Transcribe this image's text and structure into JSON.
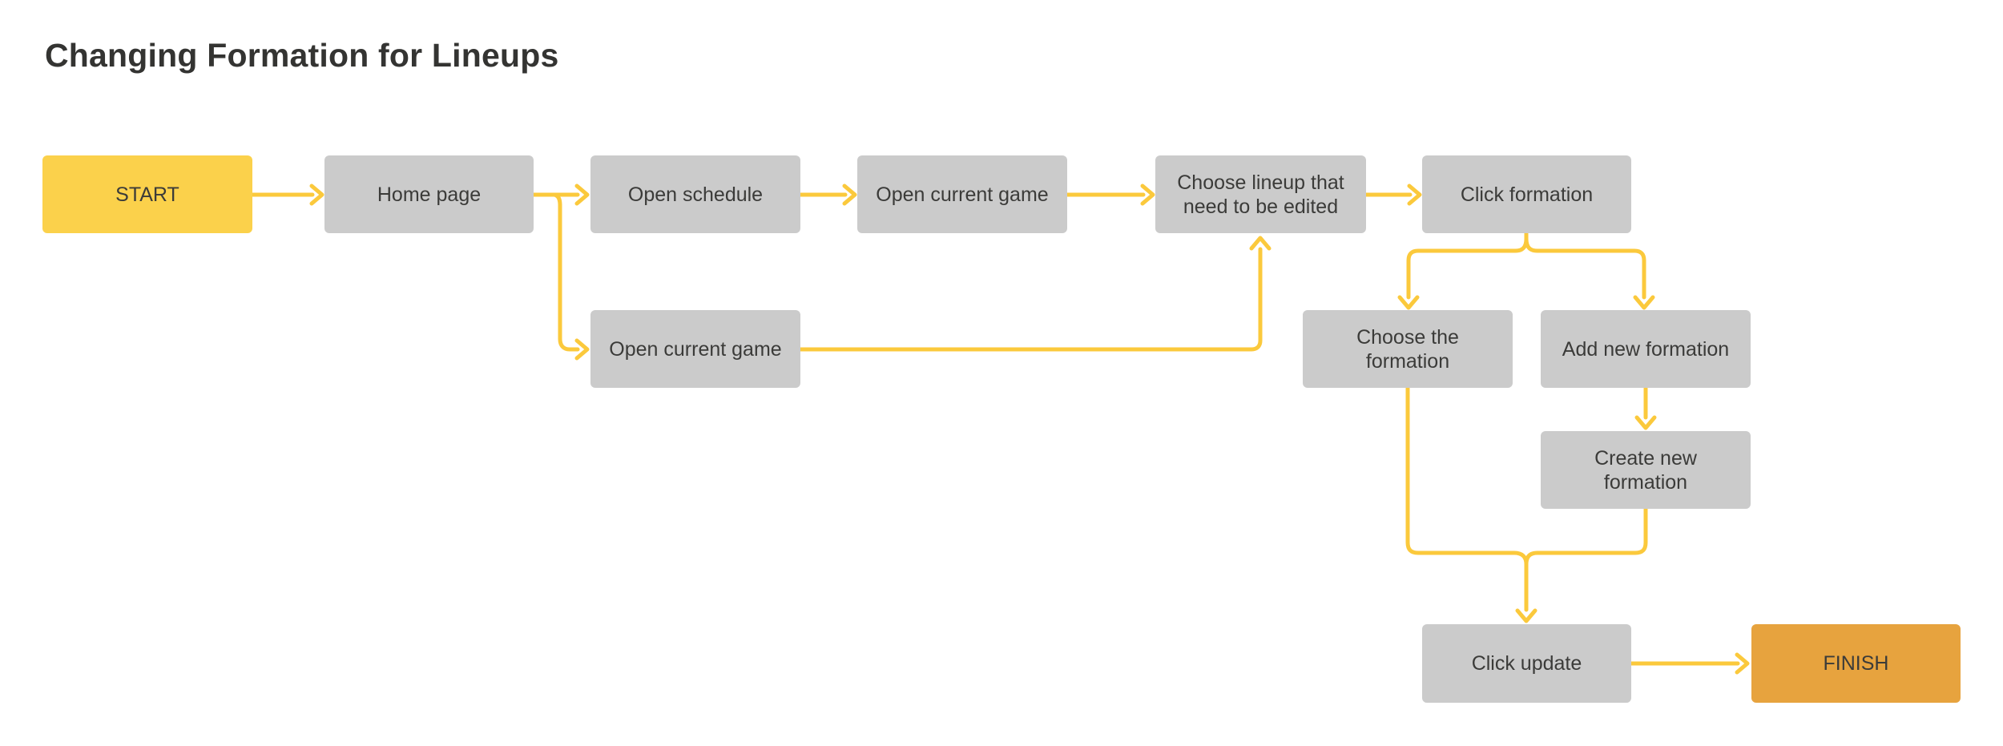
{
  "title": "Changing Formation for Lineups",
  "colors": {
    "start_fill": "#FBD14B",
    "process_fill": "#CBCBCB",
    "finish_fill": "#E7A33E",
    "connector": "#FBC93C",
    "node_text": "#3B3B39",
    "title_text": "#343432",
    "background": "#FFFFFF"
  },
  "nodes": [
    {
      "id": "start",
      "type": "start",
      "label": "START"
    },
    {
      "id": "home-page",
      "type": "process",
      "label": "Home page"
    },
    {
      "id": "open-schedule",
      "type": "process",
      "label": "Open schedule"
    },
    {
      "id": "open-current-game-top",
      "type": "process",
      "label": "Open current game"
    },
    {
      "id": "choose-lineup",
      "type": "process",
      "label": [
        "Choose lineup that",
        "need to be edited"
      ]
    },
    {
      "id": "click-formation",
      "type": "process",
      "label": "Click formation"
    },
    {
      "id": "open-current-game-alt",
      "type": "process",
      "label": "Open current game"
    },
    {
      "id": "choose-the-formation",
      "type": "process",
      "label": [
        "Choose the",
        "formation"
      ]
    },
    {
      "id": "add-new-formation",
      "type": "process",
      "label": "Add new formation"
    },
    {
      "id": "create-new-formation",
      "type": "process",
      "label": [
        "Create new",
        "formation"
      ]
    },
    {
      "id": "click-update",
      "type": "process",
      "label": "Click update"
    },
    {
      "id": "finish",
      "type": "finish",
      "label": "FINISH"
    }
  ],
  "edges": [
    {
      "from": "start",
      "to": "home-page"
    },
    {
      "from": "home-page",
      "to": "open-schedule"
    },
    {
      "from": "home-page",
      "to": "open-current-game-alt"
    },
    {
      "from": "open-schedule",
      "to": "open-current-game-top"
    },
    {
      "from": "open-current-game-top",
      "to": "choose-lineup"
    },
    {
      "from": "open-current-game-alt",
      "to": "choose-lineup"
    },
    {
      "from": "choose-lineup",
      "to": "click-formation"
    },
    {
      "from": "click-formation",
      "to": "choose-the-formation"
    },
    {
      "from": "click-formation",
      "to": "add-new-formation"
    },
    {
      "from": "add-new-formation",
      "to": "create-new-formation"
    },
    {
      "from": "choose-the-formation",
      "to": "click-update"
    },
    {
      "from": "create-new-formation",
      "to": "click-update"
    },
    {
      "from": "click-update",
      "to": "finish"
    }
  ]
}
